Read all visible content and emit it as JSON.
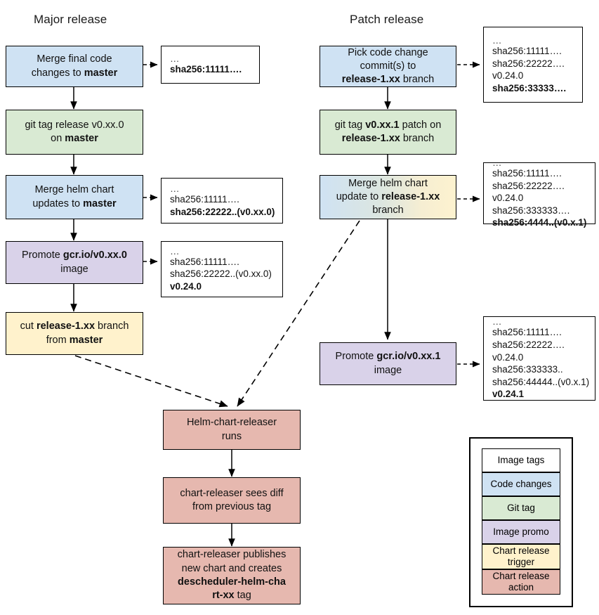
{
  "columns": {
    "major_title": "Major release",
    "patch_title": "Patch release"
  },
  "major_flow": [
    {
      "id": "merge-final-code",
      "type": "code-changes",
      "color": "#cfe2f3",
      "text_html": "Merge final code<br>changes to <b>master</b>",
      "plain": "Merge final code changes to master"
    },
    {
      "id": "git-tag-release",
      "type": "git-tag",
      "color": "#d9ead3",
      "text_html": "git tag release v0.xx.0<br>on <b>master</b>",
      "plain": "git tag release v0.xx.0 on master"
    },
    {
      "id": "merge-helm-chart-updates",
      "type": "code-changes",
      "color": "#cfe2f3",
      "text_html": "Merge helm chart<br>updates to <b>master</b>",
      "plain": "Merge helm chart updates to master"
    },
    {
      "id": "promote-image-major",
      "type": "image-promo",
      "color": "#d9d2e9",
      "text_html": "Promote <b>gcr.io/v0.xx.0</b><br>image",
      "plain": "Promote gcr.io/v0.xx.0 image"
    },
    {
      "id": "cut-release-branch",
      "type": "chart-release-trigger",
      "color": "#fff2cc",
      "text_html": "cut <b>release-1.xx</b> branch<br>from <b>master</b>",
      "plain": "cut release-1.xx branch from master"
    }
  ],
  "patch_flow": [
    {
      "id": "pick-code-change",
      "type": "code-changes",
      "color": "#cfe2f3",
      "text_html": "Pick code change<br>commit(s) to<br><b>release-1.xx</b> branch",
      "plain": "Pick code change commit(s) to release-1.xx branch"
    },
    {
      "id": "git-tag-patch",
      "type": "git-tag",
      "color": "#d9ead3",
      "text_html": "git tag <b>v0.xx.1</b> patch on<br><b>release-1.xx</b> branch",
      "plain": "git tag v0.xx.1 patch on release-1.xx branch"
    },
    {
      "id": "merge-helm-chart-update-branch",
      "type": "code-changes-and-chart-release-trigger",
      "color": "#cfe2f3 → #fff2cc",
      "text_html": "Merge helm chart<br>update to <b>release-1.xx</b><br>branch",
      "plain": "Merge helm chart update to release-1.xx branch"
    },
    {
      "id": "promote-image-patch",
      "type": "image-promo",
      "color": "#d9d2e9",
      "text_html": "Promote <b>gcr.io/v0.xx.1</b><br>image",
      "plain": "Promote gcr.io/v0.xx.1 image"
    }
  ],
  "releaser_flow": [
    {
      "id": "helm-chart-releaser-runs",
      "type": "chart-release-action",
      "color": "#e6b8af",
      "text_html": "Helm-chart-releaser<br>runs",
      "plain": "Helm-chart-releaser runs"
    },
    {
      "id": "chart-releaser-sees-diff",
      "type": "chart-release-action",
      "color": "#e6b8af",
      "text_html": "chart-releaser sees diff<br>from previous tag",
      "plain": "chart-releaser sees diff from previous tag"
    },
    {
      "id": "chart-releaser-publishes",
      "type": "chart-release-action",
      "color": "#e6b8af",
      "text_html": "chart-releaser publishes<br>new chart and creates<br><b>descheduler-helm-cha</b><br><b>rt-xx</b> tag",
      "plain": "chart-releaser publishes new chart and creates descheduler-helm-chart-xx tag"
    }
  ],
  "tag_boxes": [
    {
      "id": "tags-after-merge-final-code",
      "lines": [
        {
          "text": "…",
          "bold": false,
          "dots": true
        },
        {
          "text": "sha256:11111….",
          "bold": true,
          "dots": false
        }
      ]
    },
    {
      "id": "tags-after-merge-helm-chart-updates",
      "lines": [
        {
          "text": "…",
          "bold": false,
          "dots": true
        },
        {
          "text": "sha256:11111….",
          "bold": false,
          "dots": false
        },
        {
          "text": "sha256:22222..(v0.xx.0)",
          "bold": true,
          "dots": false
        }
      ]
    },
    {
      "id": "tags-after-promote-image-major",
      "lines": [
        {
          "text": "…",
          "bold": false,
          "dots": true
        },
        {
          "text": "sha256:11111….",
          "bold": false,
          "dots": false
        },
        {
          "text": "sha256:22222..(v0.xx.0)",
          "bold": false,
          "dots": false
        },
        {
          "text": "v0.24.0",
          "bold": true,
          "dots": false
        }
      ]
    },
    {
      "id": "tags-after-pick-code-change",
      "lines": [
        {
          "text": "…",
          "bold": false,
          "dots": true
        },
        {
          "text": "sha256:11111….",
          "bold": false,
          "dots": false
        },
        {
          "text": "sha256:22222….",
          "bold": false,
          "dots": false
        },
        {
          "text": "v0.24.0",
          "bold": false,
          "dots": false
        },
        {
          "text": "sha256:33333….",
          "bold": true,
          "dots": false
        }
      ]
    },
    {
      "id": "tags-after-merge-helm-chart-update-branch",
      "lines": [
        {
          "text": "…",
          "bold": false,
          "dots": true
        },
        {
          "text": "sha256:11111….",
          "bold": false,
          "dots": false
        },
        {
          "text": "sha256:22222….",
          "bold": false,
          "dots": false
        },
        {
          "text": "v0.24.0",
          "bold": false,
          "dots": false
        },
        {
          "text": "sha256:333333….",
          "bold": false,
          "dots": false
        },
        {
          "text": "sha256:4444..(v0.x.1)",
          "bold": true,
          "dots": false
        }
      ]
    },
    {
      "id": "tags-after-promote-image-patch",
      "lines": [
        {
          "text": "…",
          "bold": false,
          "dots": true
        },
        {
          "text": "sha256:11111….",
          "bold": false,
          "dots": false
        },
        {
          "text": "sha256:22222….",
          "bold": false,
          "dots": false
        },
        {
          "text": "v0.24.0",
          "bold": false,
          "dots": false
        },
        {
          "text": "sha256:333333..",
          "bold": false,
          "dots": false
        },
        {
          "text": "sha256:44444..(v0.x.1)",
          "bold": false,
          "dots": false
        },
        {
          "text": "v0.24.1",
          "bold": true,
          "dots": false
        }
      ]
    }
  ],
  "legend": {
    "items": [
      {
        "label": "Image tags",
        "color": "#ffffff"
      },
      {
        "label": "Code changes",
        "color": "#cfe2f3"
      },
      {
        "label": "Git tag",
        "color": "#d9ead3"
      },
      {
        "label": "Image promo",
        "color": "#d9d2e9"
      },
      {
        "label": "Chart release trigger",
        "color": "#fff2cc"
      },
      {
        "label": "Chart release action",
        "color": "#e6b8af"
      }
    ]
  }
}
